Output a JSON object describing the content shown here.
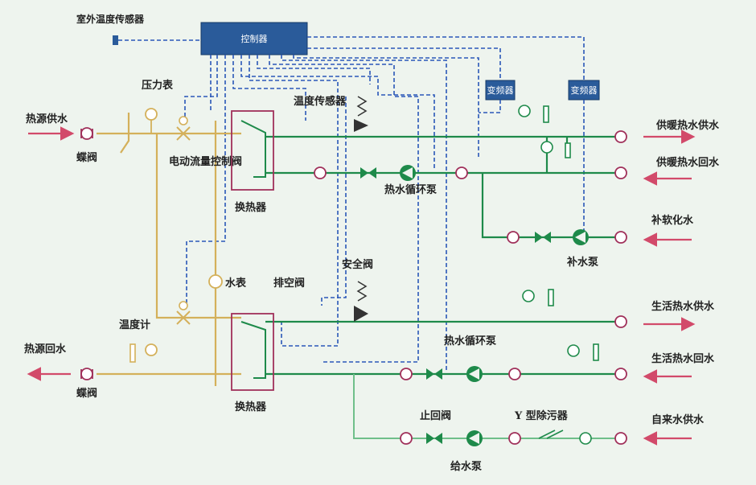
{
  "labels": {
    "outdoor_sensor": "室外温度传感器",
    "controller": "控制器",
    "pressure_gauge": "压力表",
    "heat_source_supply": "热源供水",
    "butterfly_valve_top": "蝶阀",
    "electric_valve": "电动流量控制阀",
    "heat_exchanger_top": "换热器",
    "temp_sensor": "温度传感器",
    "hot_water_pump_top": "热水循环泵",
    "small_box_1": "变频器",
    "small_box_2": "变频器",
    "heating_supply": "供暖热水供水",
    "heating_return": "供暖热水回水",
    "softened_makeup": "补软化水",
    "makeup_pump": "补水泵",
    "water_meter": "水表",
    "exhaust_valve": "排空阀",
    "safety_valve": "安全阀",
    "thermometer": "温度计",
    "heat_source_return": "热源回水",
    "butterfly_valve_bottom": "蝶阀",
    "heat_exchanger_bottom": "换热器",
    "domestic_supply": "生活热水供水",
    "hot_water_pump_bottom": "热水循环泵",
    "domestic_return": "生活热水回水",
    "check_valve": "止回阀",
    "y_strainer": "Y 型除污器",
    "tap_water_supply": "自来水供水",
    "feed_pump": "给水泵"
  },
  "colors": {
    "background": "#eef4ee",
    "primary_pipe": "#d4b05a",
    "secondary_pipe": "#1e8a4a",
    "control_line": "#2a56b8",
    "flow_arrow": "#d24a6a",
    "controller_box": "#2a5b9a",
    "exchanger_frame": "#a0305a"
  }
}
